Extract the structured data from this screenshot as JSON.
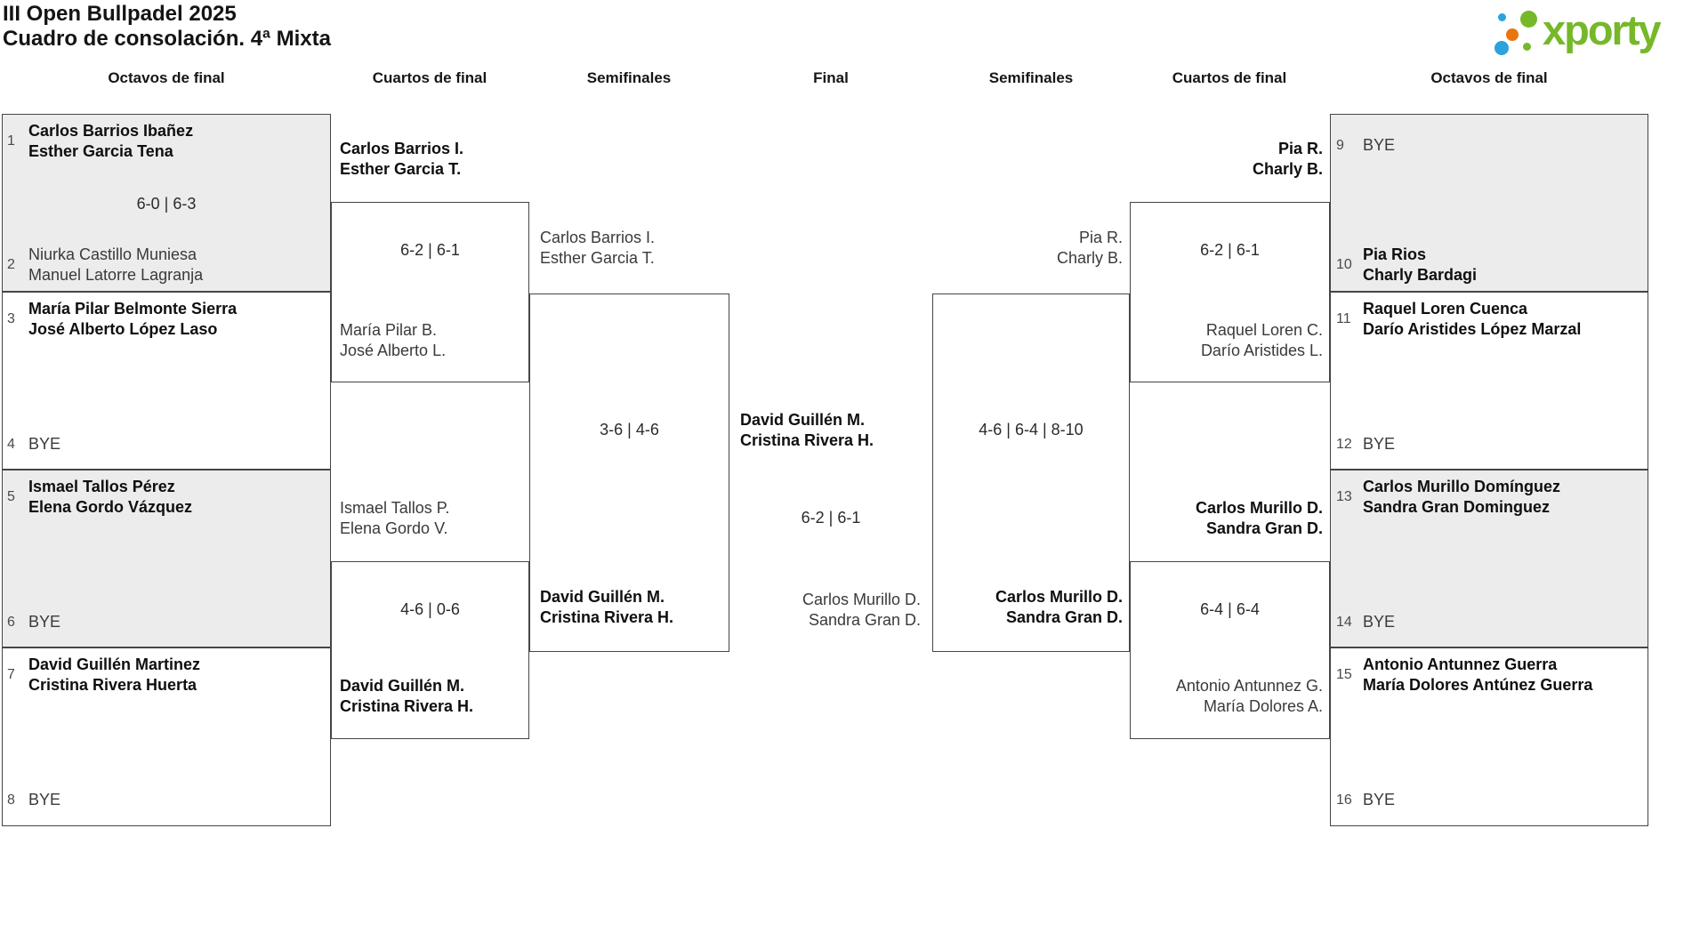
{
  "header": {
    "title_line1": "III Open Bullpadel 2025",
    "title_line2": "Cuadro de consolación. 4ª Mixta",
    "logo_text": "xporty"
  },
  "columns": [
    "Octavos de final",
    "Cuartos de final",
    "Semifinales",
    "Final",
    "Semifinales",
    "Cuartos de final",
    "Octavos de final"
  ],
  "colors": {
    "accent": "#76b82a",
    "dot-blue": "#2aa3dc",
    "dot-orange": "#e8760d",
    "shade": "#ececec",
    "line": "#454545"
  },
  "r16_left": [
    {
      "seed": "1",
      "team": [
        "Carlos Barrios Ibañez",
        "Esther Garcia Tena"
      ],
      "winner": true
    },
    {
      "seed": "2",
      "team": [
        "Niurka Castillo Muniesa",
        "Manuel Latorre Lagranja"
      ],
      "winner": false
    },
    {
      "seed": "3",
      "team": [
        "María Pilar Belmonte Sierra",
        "José Alberto López Laso"
      ],
      "winner": true
    },
    {
      "seed": "4",
      "team": [
        "BYE"
      ],
      "winner": false
    },
    {
      "seed": "5",
      "team": [
        "Ismael Tallos Pérez",
        "Elena Gordo Vázquez"
      ],
      "winner": true
    },
    {
      "seed": "6",
      "team": [
        "BYE"
      ],
      "winner": false
    },
    {
      "seed": "7",
      "team": [
        "David Guillén Martinez",
        "Cristina Rivera Huerta"
      ],
      "winner": true
    },
    {
      "seed": "8",
      "team": [
        "BYE"
      ],
      "winner": false
    }
  ],
  "r16_right": [
    {
      "seed": "9",
      "team": [
        "BYE"
      ],
      "winner": false
    },
    {
      "seed": "10",
      "team": [
        "Pia Rios",
        "Charly Bardagi"
      ],
      "winner": true
    },
    {
      "seed": "11",
      "team": [
        "Raquel Loren Cuenca",
        "Darío Aristides López Marzal"
      ],
      "winner": true
    },
    {
      "seed": "12",
      "team": [
        "BYE"
      ],
      "winner": false
    },
    {
      "seed": "13",
      "team": [
        "Carlos Murillo Domínguez",
        "Sandra Gran Dominguez"
      ],
      "winner": true
    },
    {
      "seed": "14",
      "team": [
        "BYE"
      ],
      "winner": false
    },
    {
      "seed": "15",
      "team": [
        "Antonio Antunnez Guerra",
        "María Dolores Antúnez Guerra"
      ],
      "winner": true
    },
    {
      "seed": "16",
      "team": [
        "BYE"
      ],
      "winner": false
    }
  ],
  "matches": {
    "r16_left_1": {
      "score": "6-0 | 6-3"
    },
    "qf_left_1": {
      "p1": [
        "Carlos Barrios I.",
        "Esther Garcia T."
      ],
      "p2": [
        "María Pilar B.",
        "José Alberto L."
      ],
      "score": "6-2 | 6-1"
    },
    "qf_left_2": {
      "p1": [
        "Ismael Tallos P.",
        "Elena Gordo V."
      ],
      "p2": [
        "David Guillén M.",
        "Cristina Rivera H."
      ],
      "score": "4-6 | 0-6"
    },
    "sf_left": {
      "p1": [
        "Carlos Barrios I.",
        "Esther Garcia T."
      ],
      "p2": [
        "David Guillén M.",
        "Cristina Rivera H."
      ],
      "score": "3-6 | 4-6"
    },
    "final": {
      "p1": [
        "David Guillén M.",
        "Cristina Rivera H."
      ],
      "p2": [
        "Carlos Murillo D.",
        "Sandra Gran D."
      ],
      "score": "6-2 | 6-1"
    },
    "sf_right": {
      "p1": [
        "Pia R.",
        "Charly B."
      ],
      "p2": [
        "Carlos Murillo D.",
        "Sandra Gran D."
      ],
      "score": "4-6 | 6-4 | 8-10"
    },
    "qf_right_1": {
      "p1": [
        "Pia R.",
        "Charly B."
      ],
      "p2": [
        "Raquel Loren C.",
        "Darío Aristides L."
      ],
      "score": "6-2 | 6-1"
    },
    "qf_right_2": {
      "p1": [
        "Carlos Murillo D.",
        "Sandra Gran D."
      ],
      "p2": [
        "Antonio Antunnez G.",
        "María Dolores A."
      ],
      "score": "6-4 | 6-4"
    }
  }
}
